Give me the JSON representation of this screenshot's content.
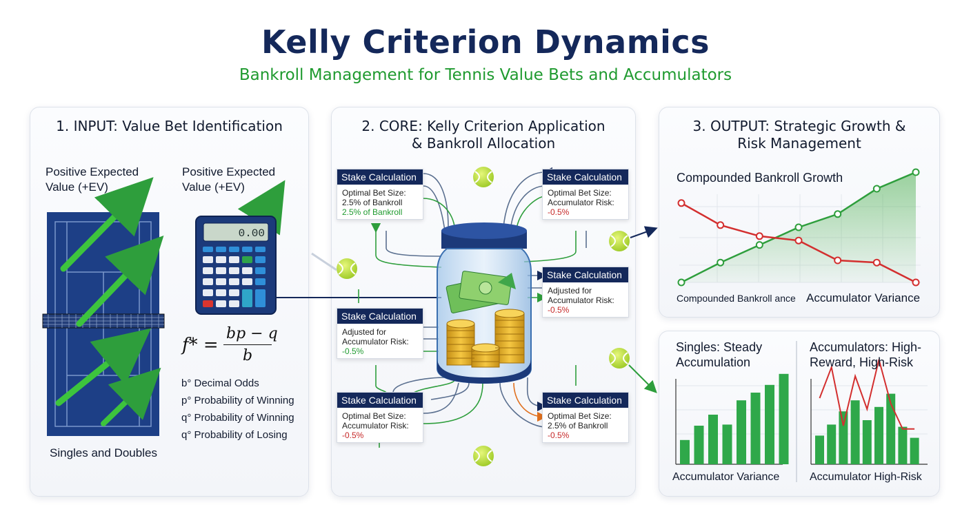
{
  "title": "Kelly Criterion Dynamics",
  "subtitle": "Bankroll Management for Tennis Value Bets and Accumulators",
  "colors": {
    "navy": "#14285a",
    "green": "#1f9a2f",
    "red": "#d32f2f",
    "tennis_ball": "#c6e83a"
  },
  "panel1": {
    "title": "1. INPUT: Value Bet Identification",
    "ev_left_1": "Positive Expected",
    "ev_left_2": "Value (+EV)",
    "ev_right_1": "Positive Expected",
    "ev_right_2": "Value (+EV)",
    "calculator_display": "0.00",
    "formula": {
      "lhs": "f* =",
      "numerator": "bp − q",
      "denominator": "b"
    },
    "legend": [
      "b° Decimal Odds",
      "p° Probability of Winning",
      "q° Probability of Winning",
      "q° Probability of Losing"
    ],
    "court_label": "Singles and Doubles",
    "icons": [
      "tennis-court-icon",
      "calculator-icon",
      "trend-arrow-icon"
    ]
  },
  "panel2": {
    "title_1": "2. CORE: Kelly Criterion Application",
    "title_2": "& Bankroll Allocation",
    "boxes": [
      {
        "header": "Stake Calculation",
        "line1": "Optimal Bet Size:",
        "line2": "2.5% of Bankroll",
        "line3": "2.5% of Bankroll"
      },
      {
        "header": "Stake Calculation",
        "line1": "Adjusted for",
        "line2": "Accumulator Risk:",
        "line3": "-0.5%"
      },
      {
        "header": "Stake Calculation",
        "line1": "Optimal Bet Size:",
        "line2": "Accumulator Risk:",
        "line3": "-0.5%"
      },
      {
        "header": "Stake Calculation",
        "line1": "Optimal Bet Size:",
        "line2": "Accumulator Risk:",
        "line3": "-0.5%"
      },
      {
        "header": "Stake Calculation",
        "line1": "Adjusted for",
        "line2": "Accumulator Risk:",
        "line3": "-0.5%"
      },
      {
        "header": "Stake Calculation",
        "line1": "Optimal Bet Size:",
        "line2": "2.5% of Bankroll",
        "line3": "-0.5%"
      }
    ],
    "icons": [
      "bankroll-jar-icon",
      "cash-icon",
      "coin-stack-icon",
      "tennis-ball-icon"
    ]
  },
  "panel3": {
    "title_1": "3. OUTPUT: Strategic Growth &",
    "title_2": "Risk Management",
    "growth_title": "Compounded Bankroll Growth",
    "growth_caption_left": "Compounded Bankroll ance",
    "growth_caption_right": "Accumulator Variance",
    "singles_title_1": "Singles: Steady",
    "singles_title_2": "Accumulation",
    "singles_caption": "Accumulator Variance",
    "acc_title_1": "Accumulators: High-",
    "acc_title_2": "Reward, High-Risk",
    "acc_caption": "Accumulator High-Risk"
  },
  "chart_data": [
    {
      "type": "line",
      "name": "growth-vs-variance",
      "series": [
        {
          "color": "#2e9e3c",
          "values": [
            0,
            0.18,
            0.34,
            0.5,
            0.62,
            0.85,
            1.0
          ]
        },
        {
          "color": "#d32f2f",
          "values": [
            0.72,
            0.52,
            0.42,
            0.38,
            0.2,
            0.18,
            0.0
          ]
        }
      ],
      "grid": true,
      "area_under_first_series": true
    },
    {
      "type": "bar",
      "name": "singles",
      "values": [
        0.22,
        0.35,
        0.45,
        0.36,
        0.58,
        0.65,
        0.72,
        0.82
      ],
      "grid": true
    },
    {
      "type": "bar",
      "name": "accumulators",
      "values": [
        0.26,
        0.36,
        0.48,
        0.58,
        0.4,
        0.52,
        0.64,
        0.34,
        0.24
      ],
      "overlay_line": [
        0.6,
        0.88,
        0.35,
        0.8,
        0.5,
        0.95,
        0.55,
        0.32,
        0.32
      ],
      "grid": true
    }
  ]
}
